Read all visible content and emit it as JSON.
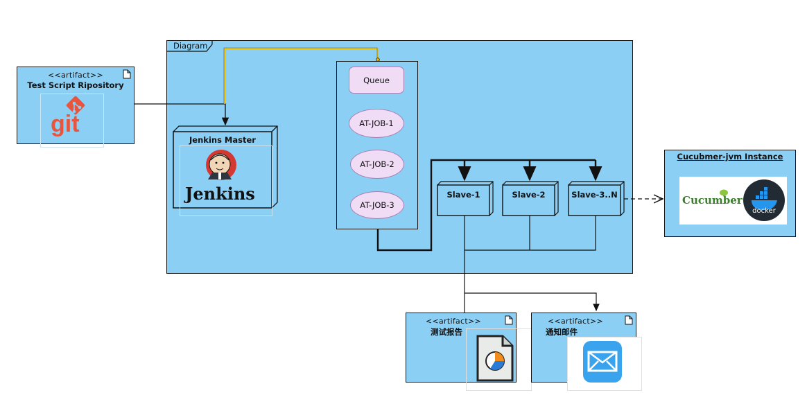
{
  "diagram_frame": {
    "label": "Diagram"
  },
  "repository": {
    "stereotype": "<<artifact>>",
    "title": "Test Script Ripository",
    "logo_text": "git"
  },
  "master": {
    "title": "Jenkins Master",
    "logo_text": "Jenkins"
  },
  "queue": {
    "label": "Queue",
    "jobs": [
      "AT-JOB-1",
      "AT-JOB-2",
      "AT-JOB-3"
    ]
  },
  "slaves": [
    "Slave-1",
    "Slave-2",
    "Slave-3..N"
  ],
  "instance": {
    "title": "Cucubmer-jvm Instance",
    "cucumber_text": "Cucumber",
    "docker_text": "docker"
  },
  "report": {
    "stereotype": "<<artifact>>",
    "title": "测试报告"
  },
  "mail": {
    "stereotype": "<<artifact>>",
    "title": "通知邮件"
  },
  "colors": {
    "box_fill": "#8ccff5",
    "pill_fill": "#f1dcf5",
    "connector_highlight": "#f2c200",
    "git_red": "#e8553c",
    "mail_blue": "#3aa3ee"
  }
}
